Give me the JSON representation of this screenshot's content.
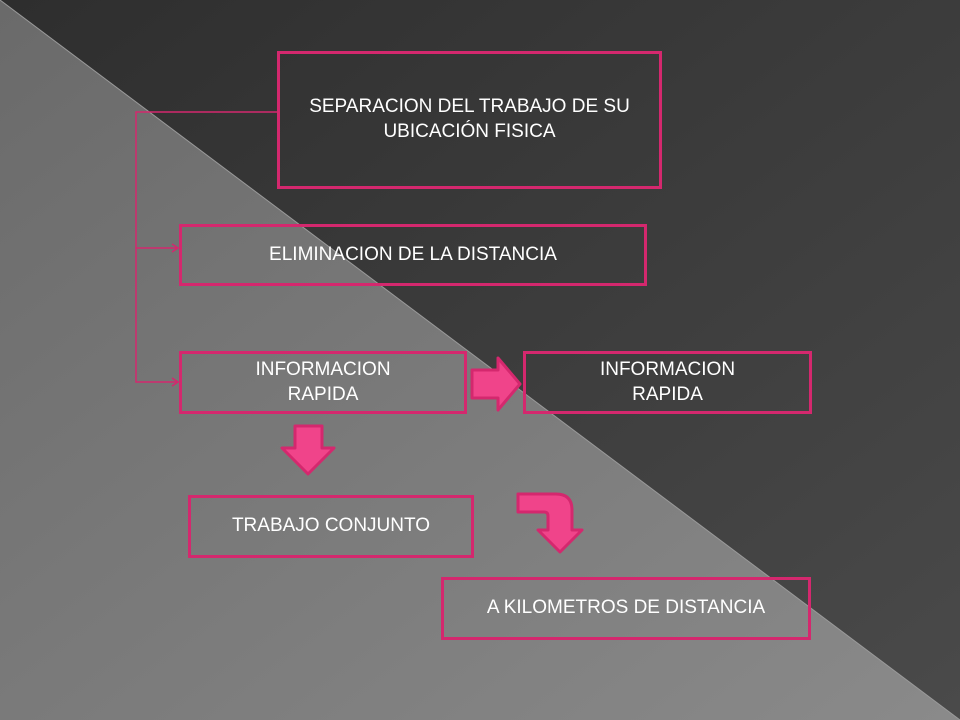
{
  "diagram": {
    "nodes": {
      "separacion": "SEPARACION DEL TRABAJO DE SU UBICACIÓN FISICA",
      "eliminacion": "ELIMINACION DE LA DISTANCIA",
      "info_left": "INFORMACION RAPIDA",
      "info_right": "INFORMACION RAPIDA",
      "trabajo": "TRABAJO CONJUNTO",
      "kilometros": "A KILOMETROS DE DISTANCIA"
    },
    "colors": {
      "border": "#d4286e",
      "arrow_fill": "#f0448a",
      "connector": "#d4286e",
      "text": "#ffffff"
    }
  }
}
